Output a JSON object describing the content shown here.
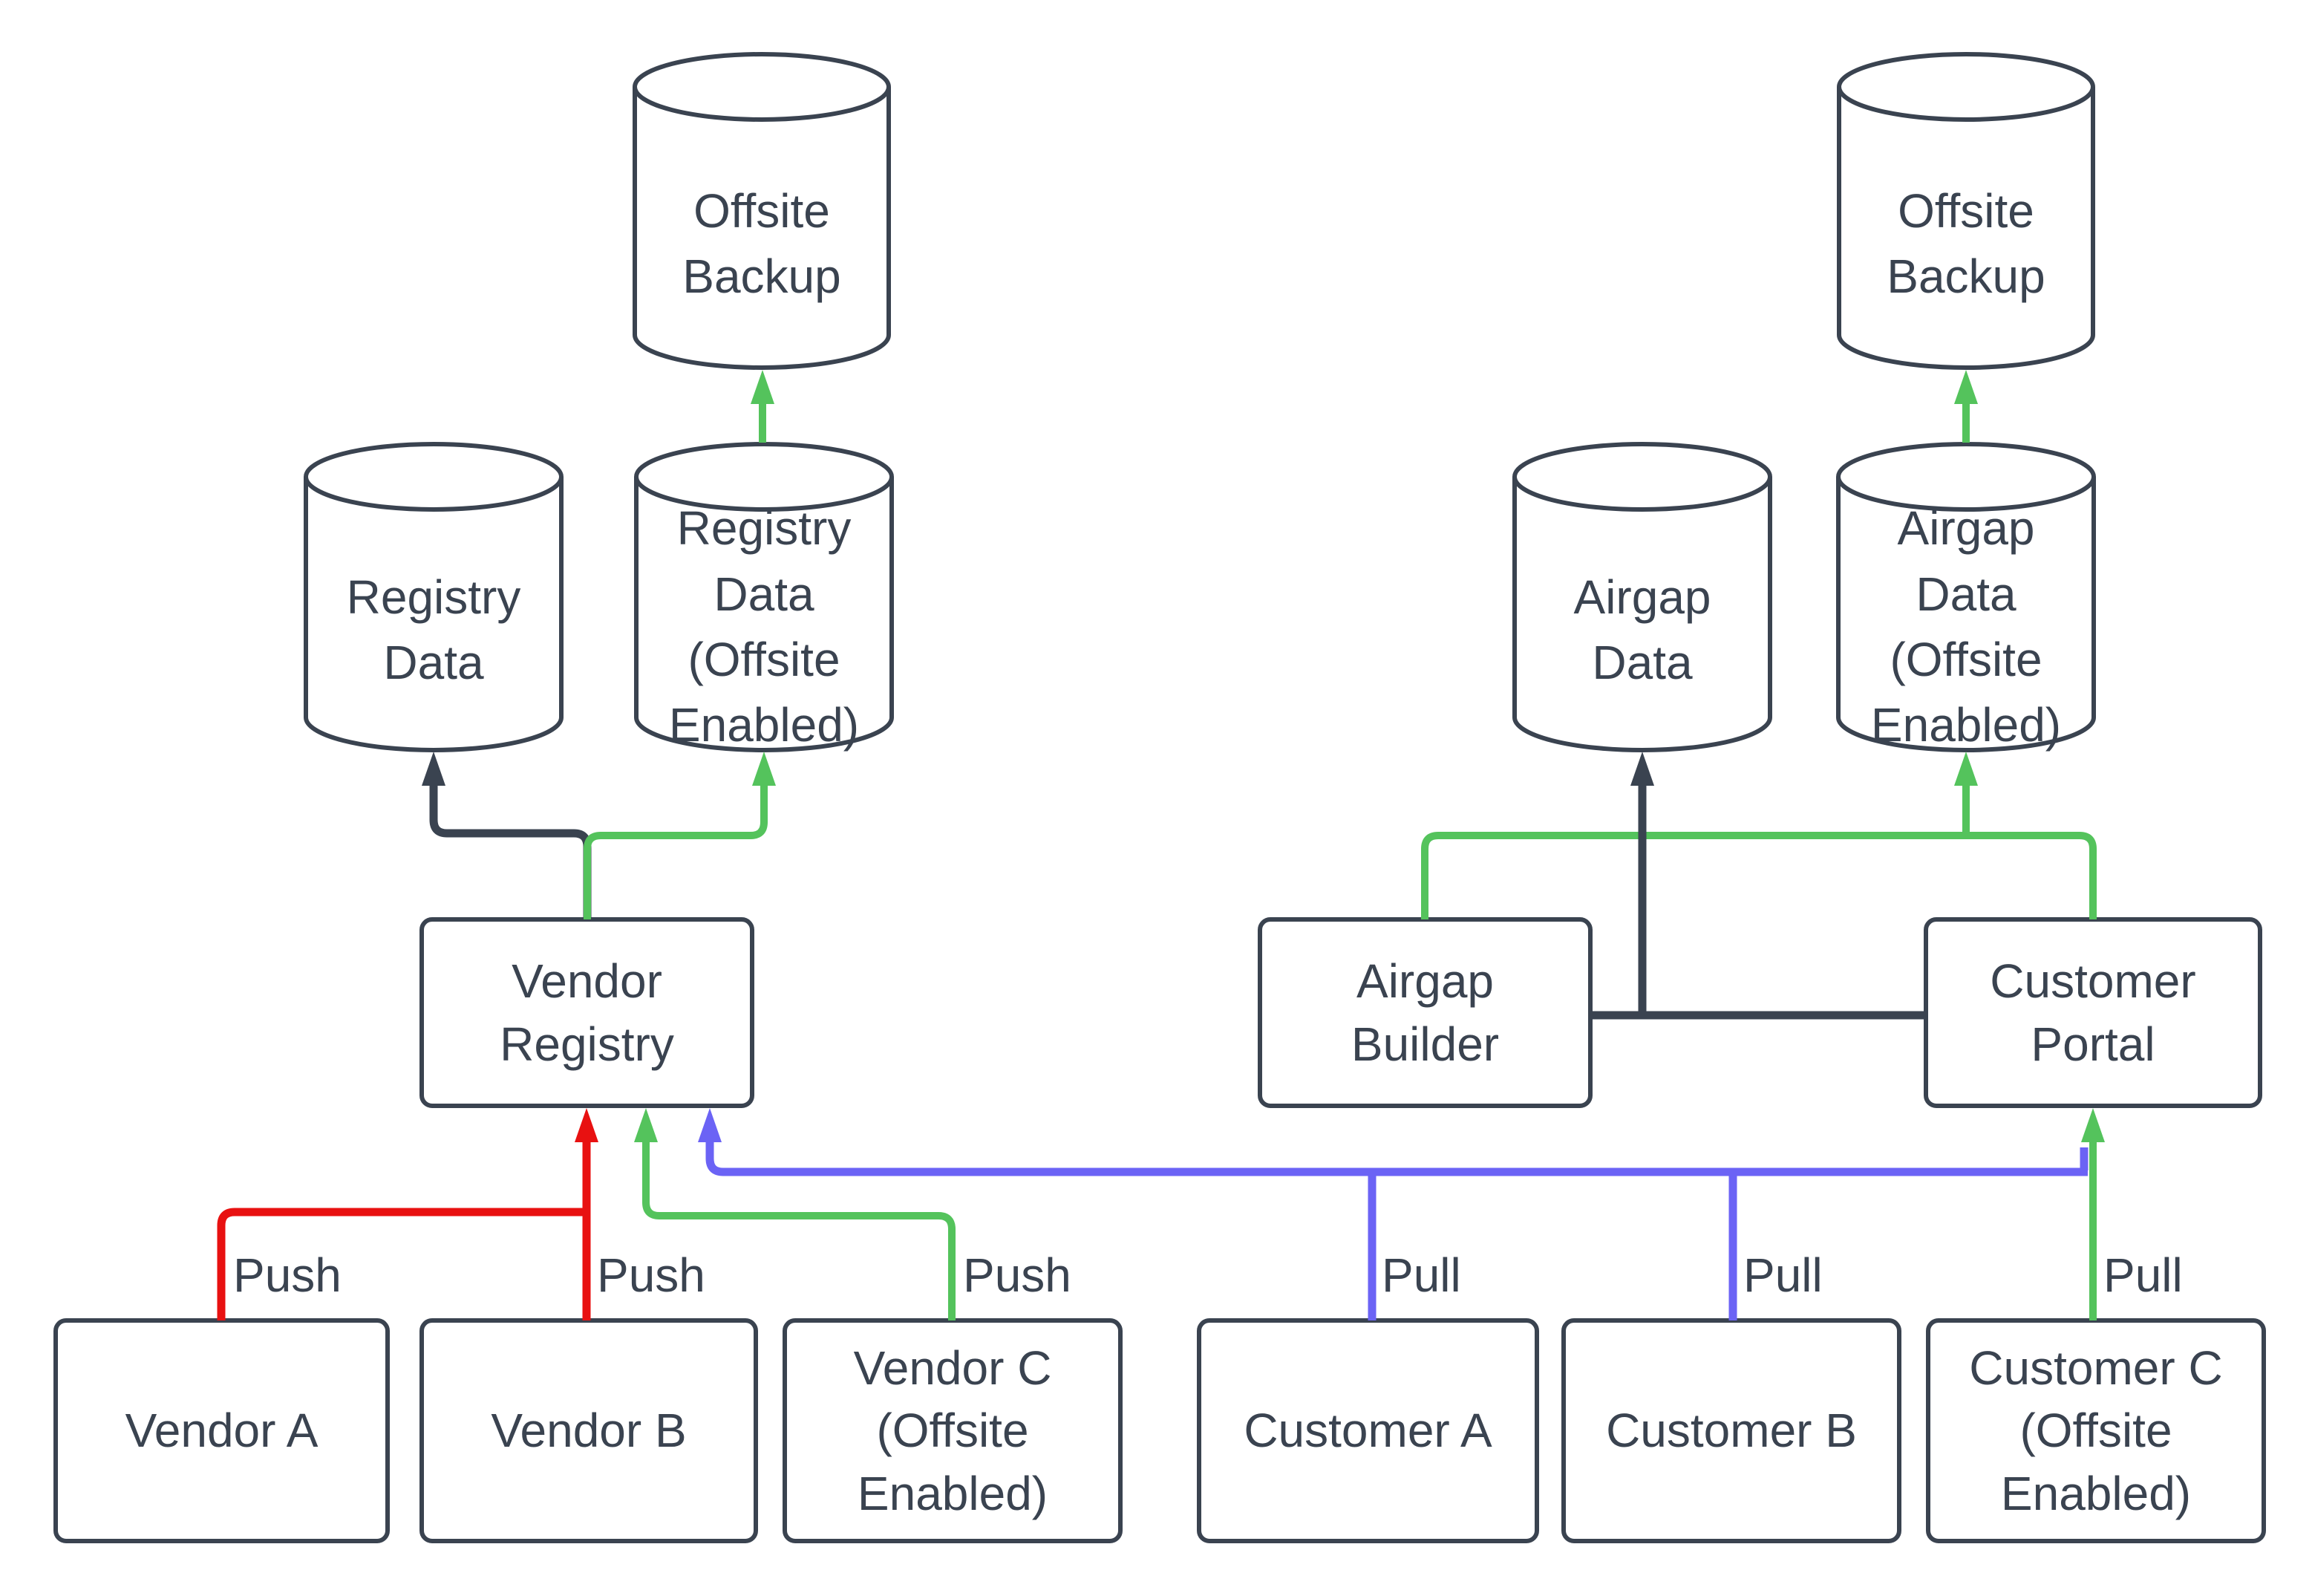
{
  "colors": {
    "dark": "#3a4350",
    "red": "#e81111",
    "green": "#54c35c",
    "blue": "#6b63f5",
    "fill": "#ffffff"
  },
  "nodes": {
    "offsite_backup_left": {
      "label": "Offsite\nBackup",
      "shape": "cylinder"
    },
    "registry_data": {
      "label": "Registry\nData",
      "shape": "cylinder"
    },
    "registry_data_offsite": {
      "label": "Registry\nData\n(Offsite\nEnabled)",
      "shape": "cylinder"
    },
    "vendor_registry": {
      "label": "Vendor\nRegistry",
      "shape": "box"
    },
    "vendor_a": {
      "label": "Vendor A",
      "shape": "box"
    },
    "vendor_b": {
      "label": "Vendor B",
      "shape": "box"
    },
    "vendor_c": {
      "label": "Vendor C\n(Offsite\nEnabled)",
      "shape": "box"
    },
    "airgap_data": {
      "label": "Airgap\nData",
      "shape": "cylinder"
    },
    "airgap_data_offsite": {
      "label": "Airgap\nData\n(Offsite\nEnabled)",
      "shape": "cylinder"
    },
    "offsite_backup_right": {
      "label": "Offsite\nBackup",
      "shape": "cylinder"
    },
    "airgap_builder": {
      "label": "Airgap\nBuilder",
      "shape": "box"
    },
    "customer_portal": {
      "label": "Customer\nPortal",
      "shape": "box"
    },
    "customer_a": {
      "label": "Customer A",
      "shape": "box"
    },
    "customer_b": {
      "label": "Customer B",
      "shape": "box"
    },
    "customer_c": {
      "label": "Customer C\n(Offsite\nEnabled)",
      "shape": "box"
    }
  },
  "edge_labels": {
    "push_vendor_a": "Push",
    "push_vendor_b": "Push",
    "push_vendor_c": "Push",
    "pull_customer_a": "Pull",
    "pull_customer_b": "Pull",
    "pull_customer_c": "Pull"
  }
}
